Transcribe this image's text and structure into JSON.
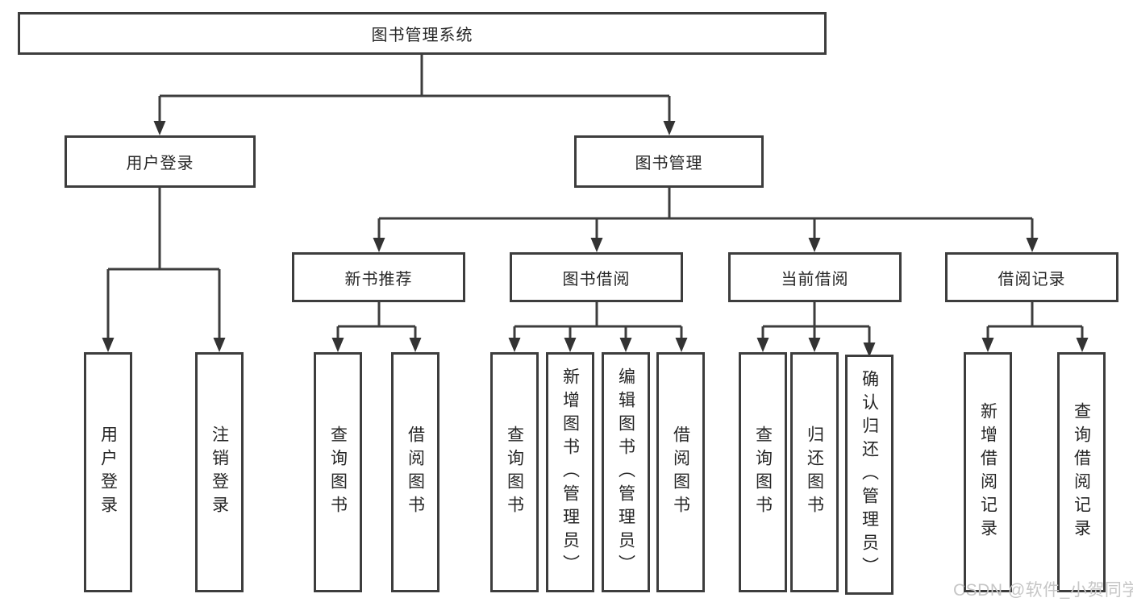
{
  "diagram": {
    "type": "hierarchy-tree",
    "colors": {
      "line": "#3d3d3d",
      "box_border": "#3d3d3d",
      "box_fill": "#ffffff",
      "text": "#262626",
      "background": "#ffffff",
      "watermark_text": "#c6c6c6"
    },
    "watermark": "CSDN @软件_小贺同学",
    "tree": {
      "root": {
        "label": "图书管理系统",
        "children": [
          {
            "label": "用户登录",
            "children": [
              {
                "label": "用户登录"
              },
              {
                "label": "注销登录"
              }
            ]
          },
          {
            "label": "图书管理",
            "children": [
              {
                "label": "新书推荐",
                "children": [
                  {
                    "label": "查询图书"
                  },
                  {
                    "label": "借阅图书"
                  }
                ]
              },
              {
                "label": "图书借阅",
                "children": [
                  {
                    "label": "查询图书"
                  },
                  {
                    "label": "新增图书（管理员）"
                  },
                  {
                    "label": "编辑图书（管理员）"
                  },
                  {
                    "label": "借阅图书"
                  }
                ]
              },
              {
                "label": "当前借阅",
                "children": [
                  {
                    "label": "查询图书"
                  },
                  {
                    "label": "归还图书"
                  },
                  {
                    "label": "确认归还（管理员）"
                  }
                ]
              },
              {
                "label": "借阅记录",
                "children": [
                  {
                    "label": "新增借阅记录"
                  },
                  {
                    "label": "查询借阅记录"
                  }
                ]
              }
            ]
          }
        ]
      }
    }
  }
}
